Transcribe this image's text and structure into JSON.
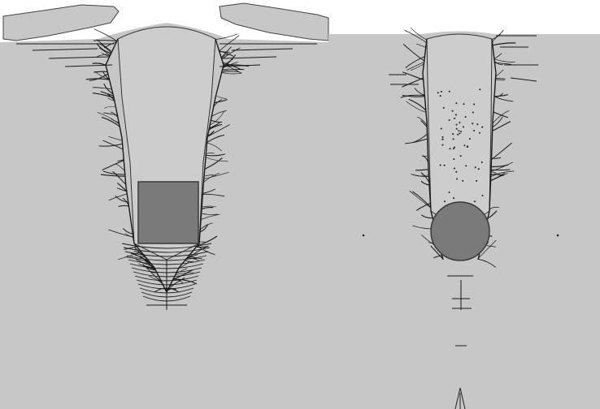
{
  "figure": {
    "panels": [
      {
        "id": "left",
        "projectile_shape": "square"
      },
      {
        "id": "right",
        "projectile_shape": "circle"
      }
    ],
    "colors": {
      "background": "#ffffff",
      "target_material": "#c7c7c7",
      "crater_interior": "#cdcdcd",
      "crack_lines": "#1a1a1a",
      "projectile_fill": "#7a7a7a",
      "projectile_stroke": "#3a3a3a"
    }
  }
}
